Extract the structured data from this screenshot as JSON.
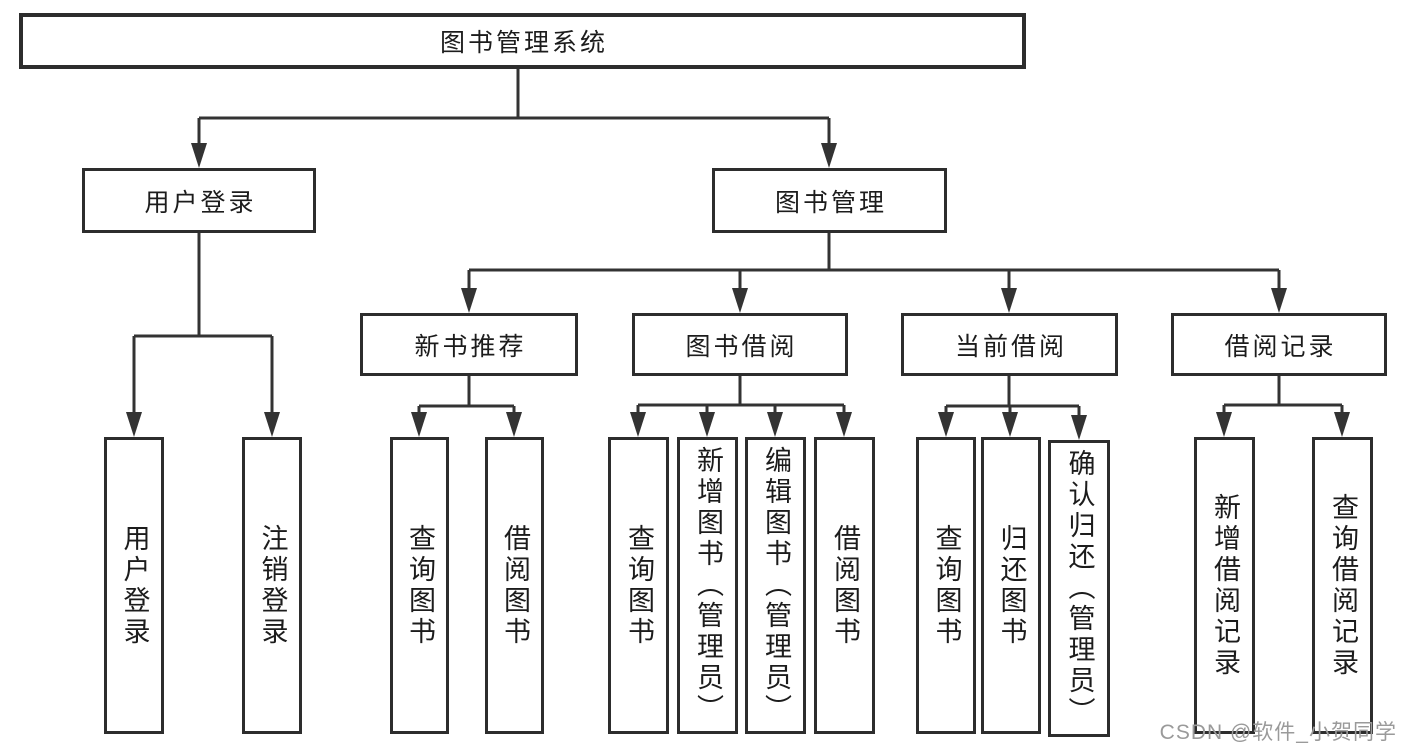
{
  "diagram": {
    "root": "图书管理系统",
    "level2": [
      "用户登录",
      "图书管理"
    ],
    "level3": [
      "新书推荐",
      "图书借阅",
      "当前借阅",
      "借阅记录"
    ],
    "leaves": {
      "user_login": [
        "用户登录",
        "注销登录"
      ],
      "new_book": [
        "查询图书",
        "借阅图书"
      ],
      "book_borrow": [
        "查询图书",
        "新增图书（管理员）",
        "编辑图书（管理员）",
        "借阅图书"
      ],
      "current_borrow": [
        "查询图书",
        "归还图书",
        "确认归还（管理员）"
      ],
      "borrow_records": [
        "新增借阅记录",
        "查询借阅记录"
      ]
    }
  },
  "watermark": "CSDN @软件_小贺同学",
  "colors": {
    "line": "#333333",
    "box_border": "#2d2d2d",
    "text": "#1c1c1c",
    "watermark": "#9a9a9a",
    "background": "#ffffff"
  }
}
